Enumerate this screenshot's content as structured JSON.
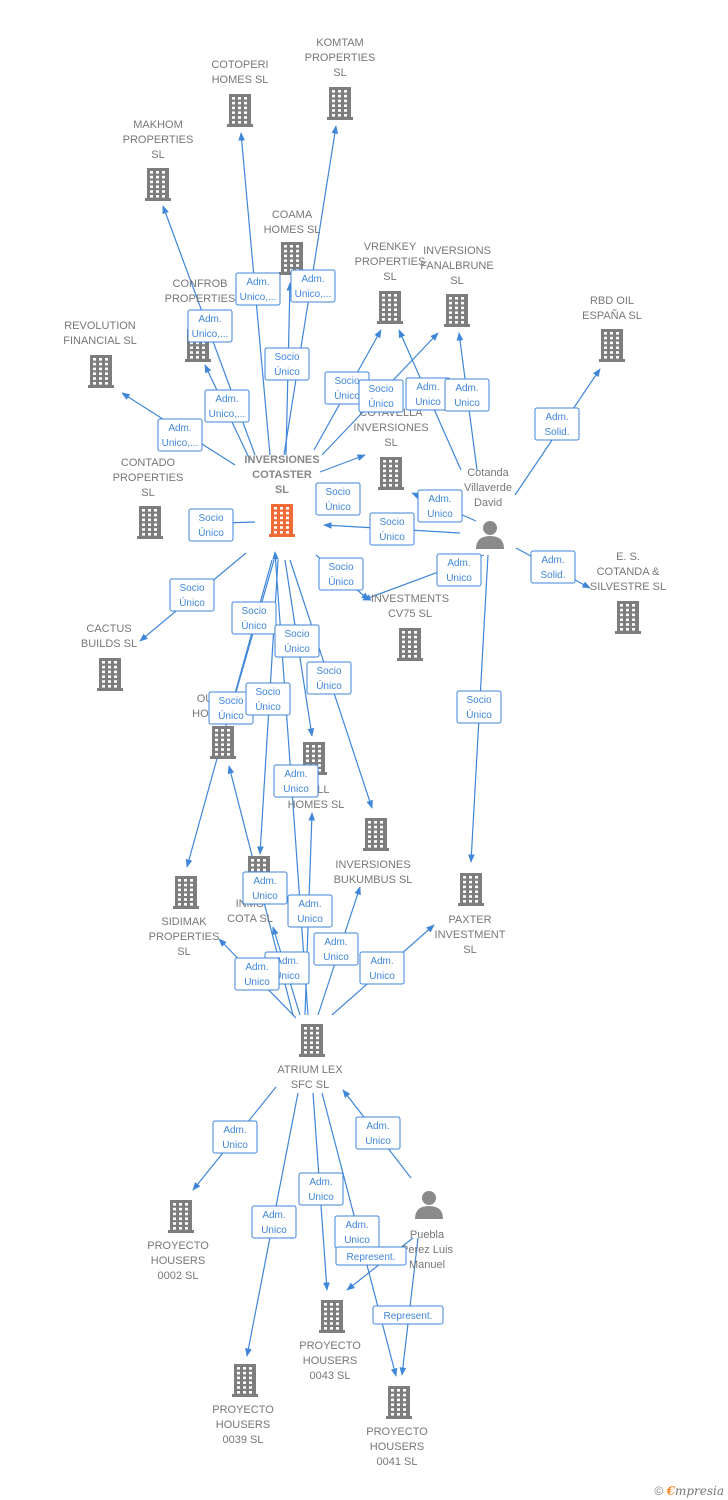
{
  "colors": {
    "edge": "#3f86d9",
    "company": "#7d7d7d",
    "focus": "#f26a36",
    "person": "#8a8a8a"
  },
  "nodes": [
    {
      "id": "cotoperi",
      "type": "company",
      "label": [
        "COTOPERI",
        "HOMES  SL"
      ]
    },
    {
      "id": "komtam",
      "type": "company",
      "label": [
        "KOMTAM",
        "PROPERTIES",
        "SL"
      ]
    },
    {
      "id": "makhom",
      "type": "company",
      "label": [
        "MAKHOM",
        "PROPERTIES",
        "SL"
      ]
    },
    {
      "id": "coama",
      "type": "company",
      "label": [
        "COAMA",
        "HOMES  SL"
      ]
    },
    {
      "id": "confrob",
      "type": "company",
      "label": [
        "CONFROB",
        "PROPERTIES"
      ]
    },
    {
      "id": "vrenkey",
      "type": "company",
      "label": [
        "VRENKEY",
        "PROPERTIES",
        "SL"
      ]
    },
    {
      "id": "fanalbrune",
      "type": "company",
      "label": [
        "INVERSIONS",
        "FANALBRUNE",
        "SL"
      ]
    },
    {
      "id": "rbd",
      "type": "company",
      "label": [
        "RBD OIL",
        "ESPAÑA SL"
      ]
    },
    {
      "id": "revolution",
      "type": "company",
      "label": [
        "REVOLUTION",
        "FINANCIAL  SL"
      ]
    },
    {
      "id": "cotavella",
      "type": "company",
      "label": [
        "COTAVELLA",
        "INVERSIONES",
        "SL"
      ]
    },
    {
      "id": "contado",
      "type": "company",
      "label": [
        "CONTADO",
        "PROPERTIES",
        "SL"
      ]
    },
    {
      "id": "cotaster",
      "type": "focus",
      "label": [
        "INVERSIONES",
        "COTASTER",
        "SL"
      ]
    },
    {
      "id": "cotanda",
      "type": "person",
      "label": [
        "Cotanda",
        "Villaverde",
        "David"
      ]
    },
    {
      "id": "escotanda",
      "type": "company",
      "label": [
        "E.  S.",
        "COTANDA &",
        "SILVESTRE SL"
      ]
    },
    {
      "id": "cv75",
      "type": "company",
      "label": [
        "INVESTMENTS",
        "CV75  SL"
      ]
    },
    {
      "id": "cactus",
      "type": "company",
      "label": [
        "CACTUS",
        "BUILDS  SL"
      ]
    },
    {
      "id": "ouhomes",
      "type": "company",
      "label": [
        "OU",
        "HOM"
      ]
    },
    {
      "id": "bell",
      "type": "company",
      "label": [
        "BELL",
        "HOMES  SL"
      ]
    },
    {
      "id": "bukumbus",
      "type": "company",
      "label": [
        "INVERSIONES",
        "BUKUMBUS  SL"
      ]
    },
    {
      "id": "sidimak",
      "type": "company",
      "label": [
        "SIDIMAK",
        "PROPERTIES",
        "SL"
      ]
    },
    {
      "id": "inmocota",
      "type": "company",
      "label": [
        "INMO",
        "COTA  SL"
      ]
    },
    {
      "id": "paxter",
      "type": "company",
      "label": [
        "PAXTER",
        "INVESTMENT",
        "SL"
      ]
    },
    {
      "id": "atrium",
      "type": "company",
      "label": [
        "ATRIUM LEX",
        "SFC  SL"
      ]
    },
    {
      "id": "puebla",
      "type": "person",
      "label": [
        "Puebla",
        "Perez Luis",
        "Manuel"
      ]
    },
    {
      "id": "ph0002",
      "type": "company",
      "label": [
        "PROYECTO",
        "HOUSERS",
        "0002  SL"
      ]
    },
    {
      "id": "ph0043",
      "type": "company",
      "label": [
        "PROYECTO",
        "HOUSERS",
        "0043  SL"
      ]
    },
    {
      "id": "ph0039",
      "type": "company",
      "label": [
        "PROYECTO",
        "HOUSERS",
        "0039  SL"
      ]
    },
    {
      "id": "ph0041",
      "type": "company",
      "label": [
        "PROYECTO",
        "HOUSERS",
        "0041  SL"
      ]
    }
  ],
  "edges": [
    {
      "from": "cotaster",
      "to": "cotoperi",
      "label": [
        "Adm.",
        "Unico,..."
      ]
    },
    {
      "from": "cotaster",
      "to": "komtam",
      "label": [
        "Adm.",
        "Unico,..."
      ]
    },
    {
      "from": "cotaster",
      "to": "makhom",
      "label": [
        "Adm.",
        "Unico,..."
      ]
    },
    {
      "from": "cotaster",
      "to": "coama",
      "label": [
        "Socio",
        "Único"
      ]
    },
    {
      "from": "cotaster",
      "to": "confrob",
      "label": [
        "Adm.",
        "Unico,..."
      ]
    },
    {
      "from": "cotaster",
      "to": "revolution",
      "label": [
        "Adm.",
        "Unico,..."
      ]
    },
    {
      "from": "cotaster",
      "to": "vrenkey",
      "label": [
        "Socio",
        "Único"
      ]
    },
    {
      "from": "cotaster",
      "to": "fanalbrune",
      "label": [
        "Socio",
        "Único"
      ]
    },
    {
      "from": "cotanda",
      "to": "vrenkey",
      "label": [
        "Adm.",
        "Unico"
      ]
    },
    {
      "from": "cotanda",
      "to": "fanalbrune",
      "label": [
        "Adm.",
        "Unico"
      ]
    },
    {
      "from": "cotanda",
      "to": "rbd",
      "label": [
        "Adm.",
        "Solid."
      ]
    },
    {
      "from": "cotanda",
      "to": "cotavella",
      "label": [
        "Adm.",
        "Unico"
      ]
    },
    {
      "from": "cotaster",
      "to": "cotavella",
      "label": [
        "Socio",
        "Único"
      ]
    },
    {
      "from": "cotanda",
      "to": "cotaster",
      "label": [
        "Socio",
        "Único"
      ]
    },
    {
      "from": "cotaster",
      "to": "contado",
      "label": [
        "Socio",
        "Único"
      ]
    },
    {
      "from": "cotanda",
      "to": "escotanda",
      "label": [
        "Adm.",
        "Solid."
      ]
    },
    {
      "from": "cotanda",
      "to": "cv75",
      "label": [
        "Adm.",
        "Unico"
      ]
    },
    {
      "from": "cotaster",
      "to": "cv75",
      "label": [
        "Socio",
        "Único"
      ]
    },
    {
      "from": "cotaster",
      "to": "cactus",
      "label": [
        "Socio",
        "Único"
      ]
    },
    {
      "from": "cotaster",
      "to": "ouhomes",
      "label": [
        "Socio",
        "Único"
      ]
    },
    {
      "from": "cotaster",
      "to": "bell",
      "label": [
        "Socio",
        "Único"
      ]
    },
    {
      "from": "cotaster",
      "to": "bukumbus",
      "label": [
        "Socio",
        "Único"
      ]
    },
    {
      "from": "cotaster",
      "to": "sidimak",
      "label": [
        "Socio",
        "Único"
      ]
    },
    {
      "from": "cotaster",
      "to": "inmocota",
      "label": [
        "Socio",
        "Único"
      ]
    },
    {
      "from": "cotanda",
      "to": "paxter",
      "label": [
        "Socio",
        "Único"
      ]
    },
    {
      "from": "atrium",
      "to": "bell",
      "label": [
        "Adm.",
        "Unico"
      ]
    },
    {
      "from": "atrium",
      "to": "ouhomes",
      "label": [
        "Adm.",
        "Unico"
      ]
    },
    {
      "from": "atrium",
      "to": "inmocota",
      "label": [
        "Adm.",
        "Unico"
      ]
    },
    {
      "from": "atrium",
      "to": "sidimak",
      "label": [
        "Adm.",
        "Unico"
      ]
    },
    {
      "from": "atrium",
      "to": "bukumbus",
      "label": [
        "Adm.",
        "Unico"
      ]
    },
    {
      "from": "atrium",
      "to": "paxter",
      "label": [
        "Adm.",
        "Unico"
      ]
    },
    {
      "from": "atrium",
      "to": "cotaster",
      "label": [
        "Adm.",
        "Unico"
      ]
    },
    {
      "from": "atrium",
      "to": "ph0002",
      "label": [
        "Adm.",
        "Unico"
      ]
    },
    {
      "from": "atrium",
      "to": "ph0039",
      "label": [
        "Adm.",
        "Unico"
      ]
    },
    {
      "from": "atrium",
      "to": "ph0043",
      "label": [
        "Adm.",
        "Unico"
      ]
    },
    {
      "from": "atrium",
      "to": "ph0041",
      "label": [
        "Adm.",
        "Unico"
      ]
    },
    {
      "from": "puebla",
      "to": "atrium",
      "label": [
        "Adm.",
        "Unico"
      ]
    },
    {
      "from": "puebla",
      "to": "ph0043",
      "label": [
        "Represent."
      ]
    },
    {
      "from": "puebla",
      "to": "ph0041",
      "label": [
        "Represent."
      ]
    }
  ],
  "footer": {
    "copyright": "©",
    "brand_initial": "€",
    "brand_rest": "mpresia"
  }
}
